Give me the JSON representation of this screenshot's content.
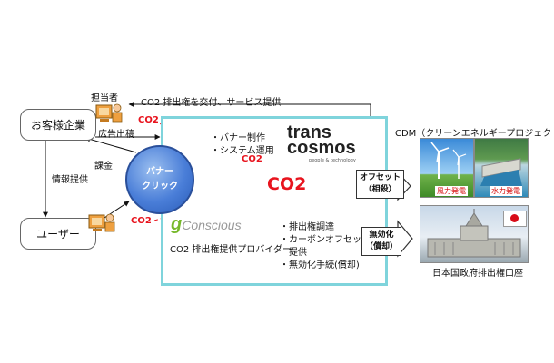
{
  "top_arrow_label": "CO2 排出権を交付、サービス提供",
  "person_label": "担当者",
  "client_box": "お客様企業",
  "user_box": "ユーザー",
  "ad_label": "広告出稿",
  "billing_label": "課金",
  "info_label": "情報提供",
  "co2_client": "CO2",
  "co2_user": "CO2",
  "co2_provider": "CO2",
  "co2_big": "CO2",
  "banner": {
    "line1": "バナー",
    "line2": "クリック"
  },
  "transcosmos": {
    "line1": "trans",
    "line2": "cosmos",
    "tagline": "people & technology"
  },
  "gconscious": {
    "g": "g",
    "rest": "Conscious"
  },
  "provider_label": "CO2 排出権提供プロバイダー",
  "tc_services": [
    "・バナー制作",
    "・システム運用"
  ],
  "gc_services": [
    "・排出権調達",
    "・カーボンオフセット",
    "提供",
    "・無効化手続(償却)"
  ],
  "offset_badge": {
    "line1": "オフセット",
    "line2": "（相殺）"
  },
  "invalidate_badge": {
    "line1": "無効化",
    "line2": "（償却）"
  },
  "cdm_title": "CDM（クリーンエネルギープロジェクト）",
  "wind_label": "風力発電",
  "hydro_label": "水力発電",
  "gov_label": "日本国政府排出権口座",
  "colors": {
    "accent_red": "#e8141e",
    "frame_cyan": "#7fd4dc",
    "banner_blue": "#4a7ed8",
    "gc_green": "#76b82a"
  }
}
